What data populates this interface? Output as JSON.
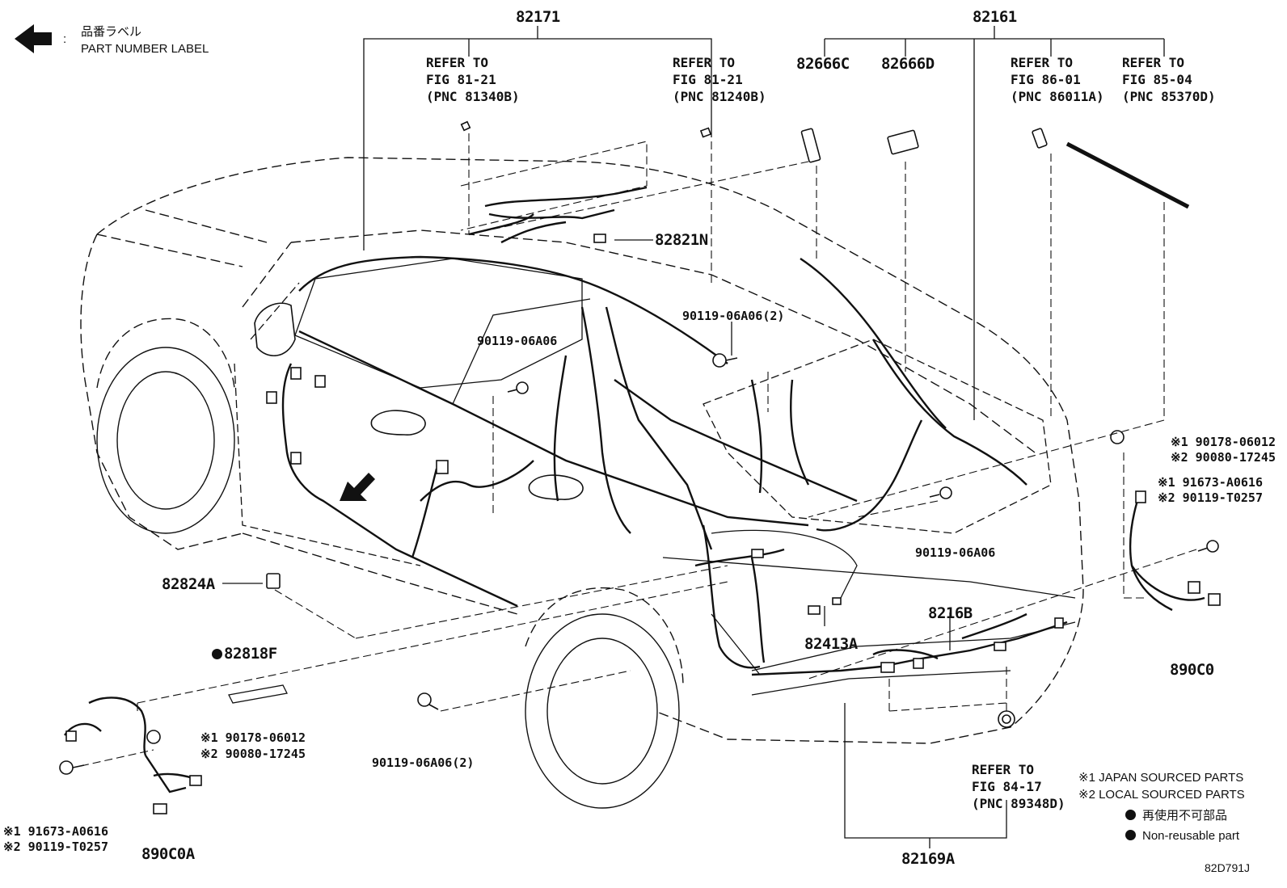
{
  "header": {
    "label_jp": "品番ラベル",
    "label_en": "PART NUMBER LABEL",
    "sep": ":"
  },
  "parts": {
    "p82171": "82171",
    "p82161": "82161",
    "p82666C": "82666C",
    "p82666D": "82666D",
    "p82821N": "82821N",
    "p90119_a": "90119-06A06(2)",
    "p90119_b": "90119-06A06",
    "p90119_c": "90119-06A06",
    "p90119_d": "90119-06A06(2)",
    "p82824A": "82824A",
    "p82818F": "82818F",
    "p82413A": "82413A",
    "p8216B": "8216B",
    "p82169A": "82169A",
    "p890C0": "890C0",
    "p890C0A": "890C0A"
  },
  "refs": {
    "r1": "REFER TO\nFIG 81-21\n(PNC 81340B)",
    "r2": "REFER TO\nFIG 81-21\n(PNC 81240B)",
    "r3": "REFER TO\nFIG 86-01\n(PNC 86011A)",
    "r4": "REFER TO\nFIG 85-04\n(PNC 85370D)",
    "r5": "REFER TO\nFIG 84-17\n(PNC 89348D)"
  },
  "alt_parts": {
    "right_top_1": "※1 90178-06012",
    "right_top_2": "※2 90080-17245",
    "right_mid_1": "※1 91673-A0616",
    "right_mid_2": "※2 90119-T0257",
    "left_mid_1": "※1 90178-06012",
    "left_mid_2": "※2 90080-17245",
    "left_bot_1": "※1 91673-A0616",
    "left_bot_2": "※2 90119-T0257"
  },
  "legend": {
    "l1": "※1 JAPAN SOURCED PARTS",
    "l2": "※2 LOCAL SOURCED PARTS",
    "l3": "再使用不可部品",
    "l4": "Non-reusable part"
  },
  "diagram_code": "82D791J"
}
